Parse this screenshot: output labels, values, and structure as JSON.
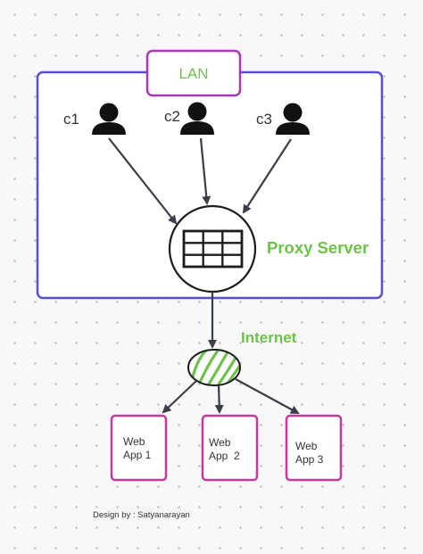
{
  "diagram": {
    "lan": {
      "label": "LAN"
    },
    "clients": [
      {
        "label": "c1",
        "icon": "user-icon"
      },
      {
        "label": "c2",
        "icon": "user-icon"
      },
      {
        "label": "c3",
        "icon": "user-icon"
      }
    ],
    "proxy": {
      "label": "Proxy Server",
      "icon": "table-grid-icon"
    },
    "internet": {
      "label": "Internet",
      "icon": "cloud-hatch-icon"
    },
    "apps": [
      {
        "line1": "Web",
        "line2": "App 1"
      },
      {
        "line1": "Web",
        "line2": "App  2"
      },
      {
        "line1": "Web",
        "line2": "App 3"
      }
    ],
    "credit": "Design by : Satyanarayan"
  },
  "colors": {
    "lan_border": "#5b4fd1",
    "lan_badge_border": "#a23bb5",
    "green_label": "#6cc24a",
    "app_border": "#c23a9b",
    "arrow": "#3a3f47",
    "icon": "#111111"
  }
}
